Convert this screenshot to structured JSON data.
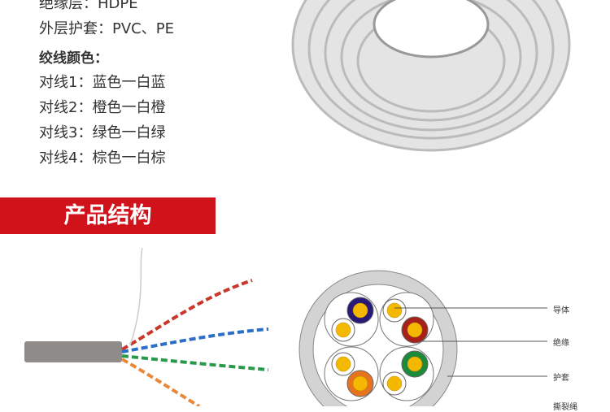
{
  "specs": [
    {
      "text": "绝缘层：HDPE"
    },
    {
      "text": "外层护套：PVC、PE"
    }
  ],
  "pairs_heading": "绞线颜色：",
  "pairs": [
    {
      "text": "对线1：蓝色一白蓝"
    },
    {
      "text": "对线2：橙色一白橙"
    },
    {
      "text": "对线3：绿色一白绿"
    },
    {
      "text": "对线4：棕色一白棕"
    }
  ],
  "section_title": "产品结构",
  "diagram_labels": {
    "conductor": "导体",
    "insulation": "绝缘",
    "jacket": "护套",
    "ripcord": "撕裂绳"
  },
  "colors": {
    "banner": "#d0121b",
    "blue": "#2a1a78",
    "brown": "#a8201a",
    "green": "#1d8a3a",
    "orange": "#e8731e",
    "copper": "#f5b800"
  }
}
